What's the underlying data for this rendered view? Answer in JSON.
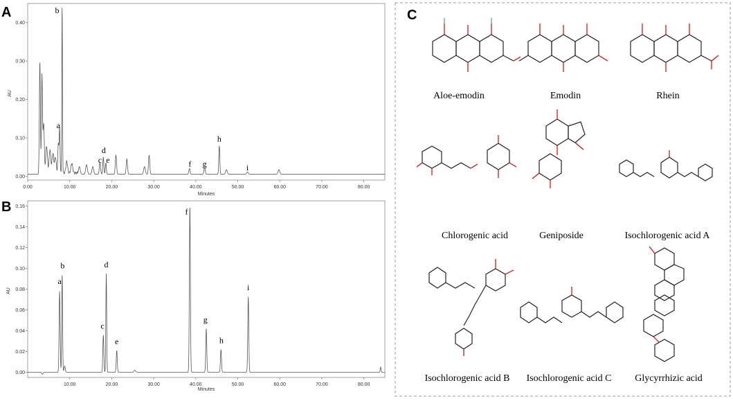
{
  "figure": {
    "panel_a_label": "A",
    "panel_b_label": "B",
    "panel_c_label": "C"
  },
  "chart_data": [
    {
      "type": "line",
      "panel": "A",
      "xlabel": "Minutes",
      "ylabel": "AU",
      "xlim": [
        0,
        85
      ],
      "ylim": [
        -0.01,
        0.45
      ],
      "xticks": [
        "0.00",
        "10.00",
        "20.00",
        "30.00",
        "40.00",
        "50.00",
        "60.00",
        "70.00",
        "80.00"
      ],
      "yticks": [
        "0.00",
        "0.10",
        "0.20",
        "0.30",
        "0.40"
      ],
      "baseline": 0.005,
      "peaks": [
        {
          "x": 2.9,
          "y": 0.29,
          "w": 0.12
        },
        {
          "x": 3.4,
          "y": 0.255,
          "w": 0.12
        },
        {
          "x": 3.8,
          "y": 0.13,
          "w": 0.15
        },
        {
          "x": 4.5,
          "y": 0.07,
          "w": 0.2
        },
        {
          "x": 5.3,
          "y": 0.06,
          "w": 0.2
        },
        {
          "x": 6.0,
          "y": 0.05,
          "w": 0.2
        },
        {
          "x": 6.6,
          "y": 0.04,
          "w": 0.2
        },
        {
          "x": 7.3,
          "y": 0.08,
          "w": 0.12
        },
        {
          "x": 7.6,
          "y": 0.115,
          "w": 0.1
        },
        {
          "x": 8.2,
          "y": 0.44,
          "w": 0.08
        },
        {
          "x": 9.3,
          "y": 0.03,
          "w": 0.2
        },
        {
          "x": 10.5,
          "y": 0.025,
          "w": 0.2
        },
        {
          "x": 12.3,
          "y": 0.02,
          "w": 0.2
        },
        {
          "x": 14.0,
          "y": 0.025,
          "w": 0.2
        },
        {
          "x": 15.5,
          "y": 0.02,
          "w": 0.2
        },
        {
          "x": 17.2,
          "y": 0.03,
          "w": 0.15
        },
        {
          "x": 18.0,
          "y": 0.045,
          "w": 0.12
        },
        {
          "x": 18.6,
          "y": 0.03,
          "w": 0.12
        },
        {
          "x": 21.0,
          "y": 0.05,
          "w": 0.15
        },
        {
          "x": 23.6,
          "y": 0.04,
          "w": 0.15
        },
        {
          "x": 27.8,
          "y": 0.02,
          "w": 0.2
        },
        {
          "x": 28.9,
          "y": 0.05,
          "w": 0.15
        },
        {
          "x": 38.5,
          "y": 0.015,
          "w": 0.15
        },
        {
          "x": 42.1,
          "y": 0.018,
          "w": 0.15
        },
        {
          "x": 45.6,
          "y": 0.075,
          "w": 0.12
        },
        {
          "x": 47.3,
          "y": 0.012,
          "w": 0.2
        },
        {
          "x": 52.3,
          "y": 0.006,
          "w": 0.2
        },
        {
          "x": 59.8,
          "y": 0.012,
          "w": 0.2
        }
      ],
      "peak_labels": [
        {
          "label": "a",
          "x": 7.3,
          "y": 0.125
        },
        {
          "label": "b",
          "x": 7.0,
          "y": 0.425
        },
        {
          "label": "c",
          "x": 17.2,
          "y": 0.035
        },
        {
          "label": "d",
          "x": 18.1,
          "y": 0.06
        },
        {
          "label": "e",
          "x": 19.1,
          "y": 0.035
        },
        {
          "label": "f",
          "x": 38.6,
          "y": 0.025
        },
        {
          "label": "g",
          "x": 42.1,
          "y": 0.025
        },
        {
          "label": "h",
          "x": 45.6,
          "y": 0.09
        },
        {
          "label": "i",
          "x": 52.3,
          "y": 0.015
        }
      ]
    },
    {
      "type": "line",
      "panel": "B",
      "xlabel": "Minutes",
      "ylabel": "AU",
      "xlim": [
        0,
        85
      ],
      "ylim": [
        -0.005,
        0.165
      ],
      "xticks": [
        "10.00",
        "20.00",
        "30.00",
        "40.00",
        "50.00",
        "60.00",
        "70.00",
        "80.00"
      ],
      "yticks": [
        "0.00",
        "0.02",
        "0.04",
        "0.06",
        "0.08",
        "0.10",
        "0.12",
        "0.14",
        "0.16"
      ],
      "baseline": 0.0,
      "peaks": [
        {
          "x": 3.5,
          "y": -0.002,
          "w": 0.15
        },
        {
          "x": 7.6,
          "y": 0.078,
          "w": 0.12
        },
        {
          "x": 8.2,
          "y": 0.095,
          "w": 0.1
        },
        {
          "x": 8.8,
          "y": 0.006,
          "w": 0.15
        },
        {
          "x": 18.0,
          "y": 0.036,
          "w": 0.12
        },
        {
          "x": 18.7,
          "y": 0.095,
          "w": 0.1
        },
        {
          "x": 21.2,
          "y": 0.021,
          "w": 0.12
        },
        {
          "x": 25.5,
          "y": 0.002,
          "w": 0.2
        },
        {
          "x": 38.6,
          "y": 0.161,
          "w": 0.12
        },
        {
          "x": 42.5,
          "y": 0.042,
          "w": 0.12
        },
        {
          "x": 46.0,
          "y": 0.022,
          "w": 0.12
        },
        {
          "x": 52.5,
          "y": 0.073,
          "w": 0.12
        },
        {
          "x": 84.0,
          "y": 0.005,
          "w": 0.1
        }
      ],
      "peak_labels": [
        {
          "label": "a",
          "x": 7.6,
          "y": 0.085
        },
        {
          "label": "b",
          "x": 8.3,
          "y": 0.1
        },
        {
          "label": "c",
          "x": 17.8,
          "y": 0.042
        },
        {
          "label": "d",
          "x": 18.7,
          "y": 0.101
        },
        {
          "label": "e",
          "x": 21.2,
          "y": 0.027
        },
        {
          "label": "f",
          "x": 37.8,
          "y": 0.152
        },
        {
          "label": "g",
          "x": 42.3,
          "y": 0.048
        },
        {
          "label": "h",
          "x": 46.1,
          "y": 0.028
        },
        {
          "label": "i",
          "x": 52.5,
          "y": 0.079
        }
      ]
    }
  ],
  "compounds": [
    {
      "name": "Aloe-emodin"
    },
    {
      "name": "Emodin"
    },
    {
      "name": "Rhein"
    },
    {
      "name": "Chlorogenic acid"
    },
    {
      "name": "Geniposide"
    },
    {
      "name": "Isochlorogenic acid A"
    },
    {
      "name": "Isochlorogenic acid B"
    },
    {
      "name": "Isochlorogenic acid C"
    },
    {
      "name": "Glycyrrhizic acid"
    }
  ]
}
